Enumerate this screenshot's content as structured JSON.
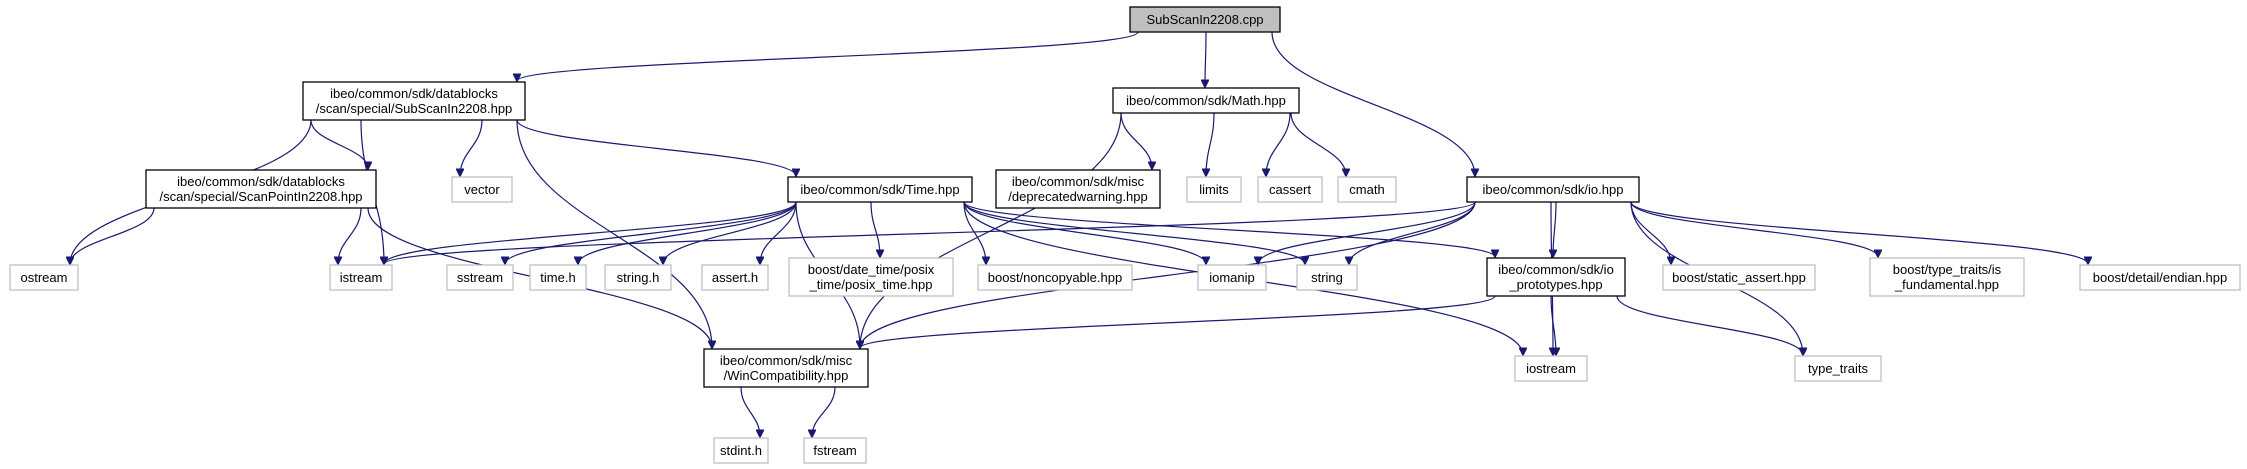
{
  "diagram": {
    "colors": {
      "root_fill": "#bfbfbf",
      "root_stroke": "#000000",
      "doc_stroke": "#000000",
      "external_stroke": "#bfbfbf",
      "text_gray": "#000000",
      "edge": "#191970"
    },
    "nodes": {
      "root": {
        "lines": [
          "SubScanIn2208.cpp"
        ],
        "kind": "root"
      },
      "subscan_hpp": {
        "lines": [
          "ibeo/common/sdk/datablocks",
          "/scan/special/SubScanIn2208.hpp"
        ],
        "kind": "doc"
      },
      "math_hpp": {
        "lines": [
          "ibeo/common/sdk/Math.hpp"
        ],
        "kind": "doc"
      },
      "io_hpp": {
        "lines": [
          "ibeo/common/sdk/io.hpp"
        ],
        "kind": "doc"
      },
      "scanpoint_hpp": {
        "lines": [
          "ibeo/common/sdk/datablocks",
          "/scan/special/ScanPointIn2208.hpp"
        ],
        "kind": "doc"
      },
      "vector": {
        "lines": [
          "vector"
        ],
        "kind": "external"
      },
      "time_hpp": {
        "lines": [
          "ibeo/common/sdk/Time.hpp"
        ],
        "kind": "doc"
      },
      "deprecated": {
        "lines": [
          "ibeo/common/sdk/misc",
          "/deprecatedwarning.hpp"
        ],
        "kind": "doc"
      },
      "limits": {
        "lines": [
          "limits"
        ],
        "kind": "external"
      },
      "cassert": {
        "lines": [
          "cassert"
        ],
        "kind": "external"
      },
      "cmath": {
        "lines": [
          "cmath"
        ],
        "kind": "external"
      },
      "ostream": {
        "lines": [
          "ostream"
        ],
        "kind": "external"
      },
      "istream": {
        "lines": [
          "istream"
        ],
        "kind": "external"
      },
      "sstream": {
        "lines": [
          "sstream"
        ],
        "kind": "external"
      },
      "time_h": {
        "lines": [
          "time.h"
        ],
        "kind": "external"
      },
      "string_h": {
        "lines": [
          "string.h"
        ],
        "kind": "external"
      },
      "assert_h": {
        "lines": [
          "assert.h"
        ],
        "kind": "external"
      },
      "posix_time": {
        "lines": [
          "boost/date_time/posix",
          "_time/posix_time.hpp"
        ],
        "kind": "external"
      },
      "noncopyable": {
        "lines": [
          "boost/noncopyable.hpp"
        ],
        "kind": "external"
      },
      "iomanip": {
        "lines": [
          "iomanip"
        ],
        "kind": "external"
      },
      "string": {
        "lines": [
          "string"
        ],
        "kind": "external"
      },
      "io_prototypes": {
        "lines": [
          "ibeo/common/sdk/io",
          "_prototypes.hpp"
        ],
        "kind": "doc"
      },
      "static_assert": {
        "lines": [
          "boost/static_assert.hpp"
        ],
        "kind": "external"
      },
      "is_fundamental": {
        "lines": [
          "boost/type_traits/is",
          "_fundamental.hpp"
        ],
        "kind": "external"
      },
      "endian": {
        "lines": [
          "boost/detail/endian.hpp"
        ],
        "kind": "external"
      },
      "wincompat": {
        "lines": [
          "ibeo/common/sdk/misc",
          "/WinCompatibility.hpp"
        ],
        "kind": "doc"
      },
      "iostream": {
        "lines": [
          "iostream"
        ],
        "kind": "external"
      },
      "type_traits": {
        "lines": [
          "type_traits"
        ],
        "kind": "external"
      },
      "stdint": {
        "lines": [
          "stdint.h"
        ],
        "kind": "external"
      },
      "fstream": {
        "lines": [
          "fstream"
        ],
        "kind": "external"
      }
    },
    "edges": [
      [
        "root",
        "subscan_hpp"
      ],
      [
        "root",
        "math_hpp"
      ],
      [
        "root",
        "io_hpp"
      ],
      [
        "subscan_hpp",
        "ostream"
      ],
      [
        "subscan_hpp",
        "scanpoint_hpp"
      ],
      [
        "subscan_hpp",
        "vector"
      ],
      [
        "subscan_hpp",
        "istream"
      ],
      [
        "subscan_hpp",
        "time_hpp"
      ],
      [
        "subscan_hpp",
        "wincompat"
      ],
      [
        "scanpoint_hpp",
        "ostream"
      ],
      [
        "scanpoint_hpp",
        "istream"
      ],
      [
        "scanpoint_hpp",
        "wincompat"
      ],
      [
        "math_hpp",
        "deprecated"
      ],
      [
        "math_hpp",
        "limits"
      ],
      [
        "math_hpp",
        "cassert"
      ],
      [
        "math_hpp",
        "cmath"
      ],
      [
        "math_hpp",
        "wincompat"
      ],
      [
        "time_hpp",
        "istream"
      ],
      [
        "time_hpp",
        "sstream"
      ],
      [
        "time_hpp",
        "time_h"
      ],
      [
        "time_hpp",
        "string_h"
      ],
      [
        "time_hpp",
        "assert_h"
      ],
      [
        "time_hpp",
        "posix_time"
      ],
      [
        "time_hpp",
        "noncopyable"
      ],
      [
        "time_hpp",
        "iomanip"
      ],
      [
        "time_hpp",
        "string"
      ],
      [
        "time_hpp",
        "io_prototypes"
      ],
      [
        "time_hpp",
        "iostream"
      ],
      [
        "time_hpp",
        "wincompat"
      ],
      [
        "io_hpp",
        "istream"
      ],
      [
        "io_hpp",
        "iomanip"
      ],
      [
        "io_hpp",
        "string"
      ],
      [
        "io_hpp",
        "io_prototypes"
      ],
      [
        "io_hpp",
        "static_assert"
      ],
      [
        "io_hpp",
        "is_fundamental"
      ],
      [
        "io_hpp",
        "endian"
      ],
      [
        "io_hpp",
        "iostream"
      ],
      [
        "io_hpp",
        "type_traits"
      ],
      [
        "io_hpp",
        "wincompat"
      ],
      [
        "io_prototypes",
        "iostream"
      ],
      [
        "io_prototypes",
        "type_traits"
      ],
      [
        "io_prototypes",
        "wincompat"
      ],
      [
        "wincompat",
        "stdint"
      ],
      [
        "wincompat",
        "fstream"
      ]
    ]
  }
}
